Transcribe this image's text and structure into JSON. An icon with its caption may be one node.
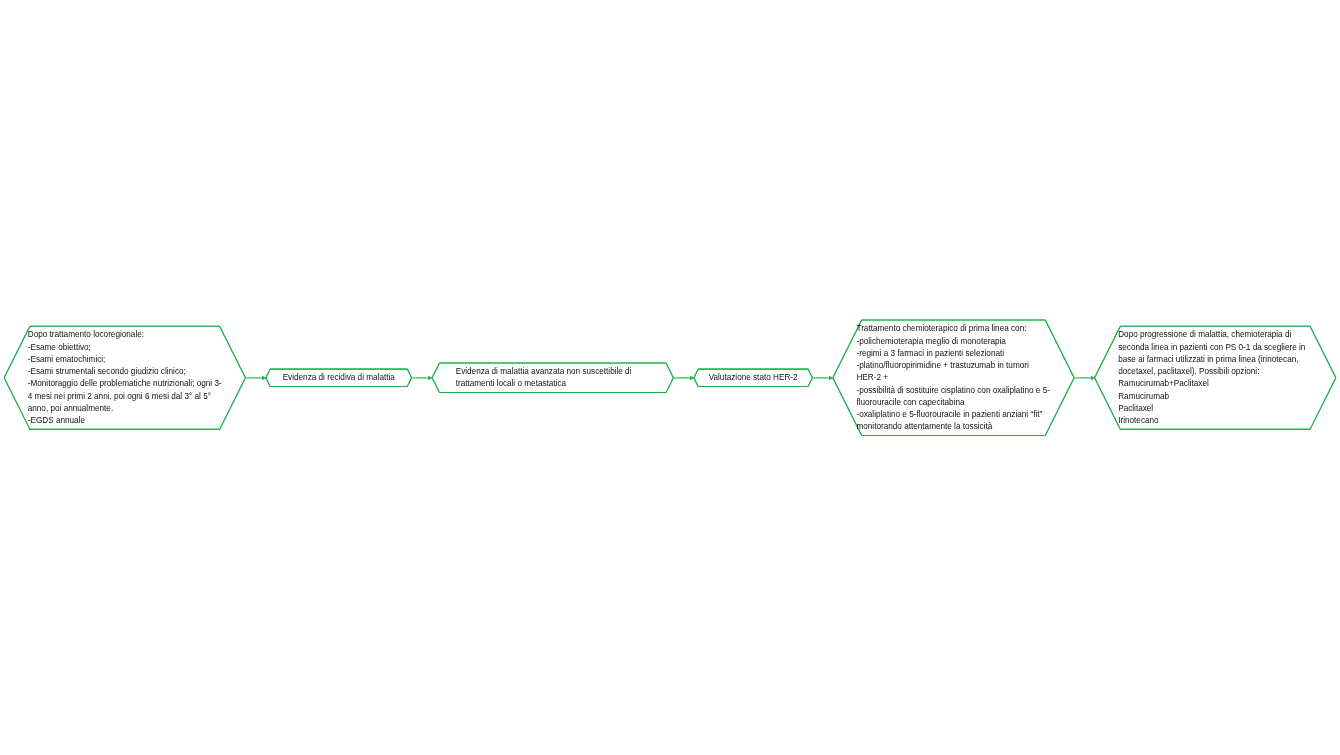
{
  "diagram": {
    "nodes": [
      {
        "text": [
          "Dopo trattamento locoregionale:",
          "-Esame obiettivo;",
          "-Esami ematochimici;",
          "-Esami strumentali secondo giudizio clinico;",
          "-Monitoraggio delle problematiche nutrizionali; ogni 3-4 mesi nei primi 2 anni, poi ogni 6 mesi dal 3° al 5° anno, poi annualmente.",
          "-EGDS annuale"
        ]
      },
      {
        "text": [
          "Evidenza di recidiva di malattia"
        ]
      },
      {
        "text": [
          "Evidenza di malattia avanzata non suscettibile di trattamenti locali o metastatica"
        ]
      },
      {
        "text": [
          "Valutazione stato HER-2"
        ]
      },
      {
        "text": [
          "Trattamento chemioterapico di prima linea con:",
          "-polichemioterapia meglio di monoterapia",
          "-regimi a 3 farmaci in pazienti selezionati",
          "-platino/fluoropirimidine + trastuzumab in tumori HER-2 +",
          "-possibilità di sostituire cisplatino con oxaliplatino e 5-fluorouracile con capecitabina",
          "-oxaliplatino e 5-fluorouracile in pazienti anziani “fit” monitorando attentamente la tossicità"
        ]
      },
      {
        "text": [
          "Dopo progressione di malattia, chemioterapia di seconda linea in pazienti con PS 0-1 da scegliere in base ai farmaci utilizzati in prima linea (irinotecan, docetaxel, paclitaxel). Possibili opzioni:",
          "Ramucirumab+Paclitaxel",
          "Ramucirumab",
          "Paclitaxel",
          "Irinotecano"
        ]
      }
    ],
    "edges": [
      {
        "from": 0,
        "to": 1,
        "arrow": "to"
      },
      {
        "from": 1,
        "to": 2,
        "arrow": "to"
      },
      {
        "from": 2,
        "to": 3,
        "arrow": "to"
      },
      {
        "from": 3,
        "to": 4,
        "arrow": "to"
      },
      {
        "from": 4,
        "to": 5,
        "arrow": "to"
      }
    ]
  }
}
